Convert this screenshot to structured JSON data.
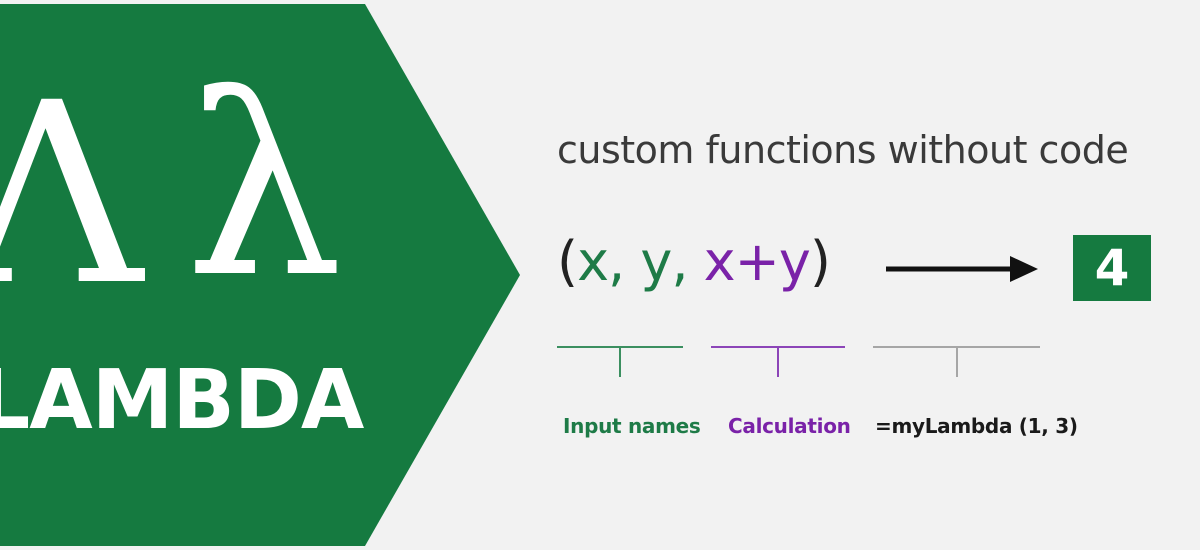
{
  "brand": {
    "word": "LAMBDA",
    "symbol_upper": "Λ",
    "symbol_lower": "λ"
  },
  "tagline": "custom functions without code",
  "formula": {
    "open_paren": "(",
    "inputs": "x, y, ",
    "calculation": "x+y",
    "close_paren": ")"
  },
  "result": "4",
  "labels": {
    "inputs": "Input names",
    "calculation": "Calculation",
    "example": "=myLambda (1, 3)"
  },
  "colors": {
    "brand_green": "#157a40",
    "input_green": "#1e7b47",
    "calc_purple": "#7a22a8",
    "background": "#f2f2f2"
  },
  "icons": {
    "arrow": "right-arrow-icon"
  }
}
